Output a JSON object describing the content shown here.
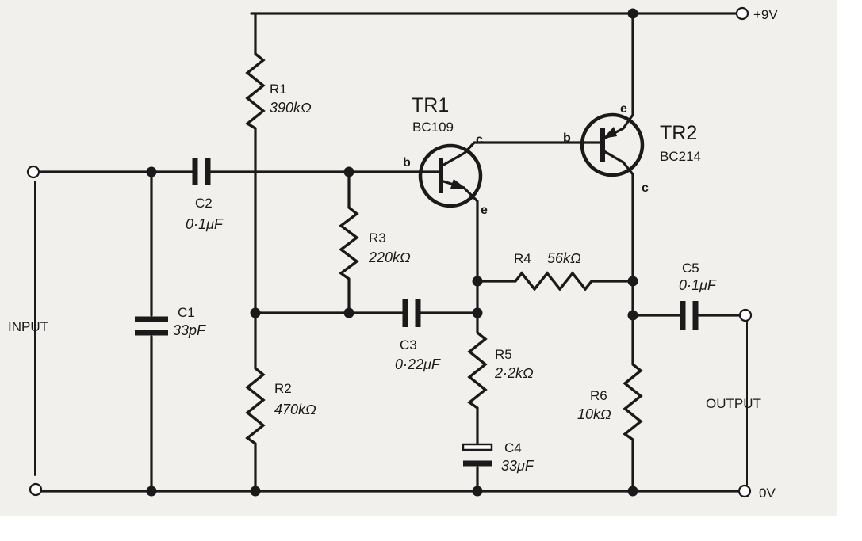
{
  "supply": {
    "positive": "+9V",
    "ground": "0V"
  },
  "terminals": {
    "input": "INPUT",
    "output": "OUTPUT"
  },
  "transistors": [
    {
      "ref": "TR1",
      "part": "BC109",
      "type": "NPN",
      "pins": {
        "b": "b",
        "c": "c",
        "e": "e"
      }
    },
    {
      "ref": "TR2",
      "part": "BC214",
      "type": "PNP",
      "pins": {
        "b": "b",
        "c": "c",
        "e": "e"
      }
    }
  ],
  "resistors": [
    {
      "ref": "R1",
      "value": "390kΩ"
    },
    {
      "ref": "R2",
      "value": "470kΩ"
    },
    {
      "ref": "R3",
      "value": "220kΩ"
    },
    {
      "ref": "R4",
      "value": "56kΩ"
    },
    {
      "ref": "R5",
      "value": "2·2kΩ"
    },
    {
      "ref": "R6",
      "value": "10kΩ"
    }
  ],
  "capacitors": [
    {
      "ref": "C1",
      "value": "33pF"
    },
    {
      "ref": "C2",
      "value": "0·1μF"
    },
    {
      "ref": "C3",
      "value": "0·22μF"
    },
    {
      "ref": "C4",
      "value": "33μF"
    },
    {
      "ref": "C5",
      "value": "0·1μF"
    }
  ]
}
